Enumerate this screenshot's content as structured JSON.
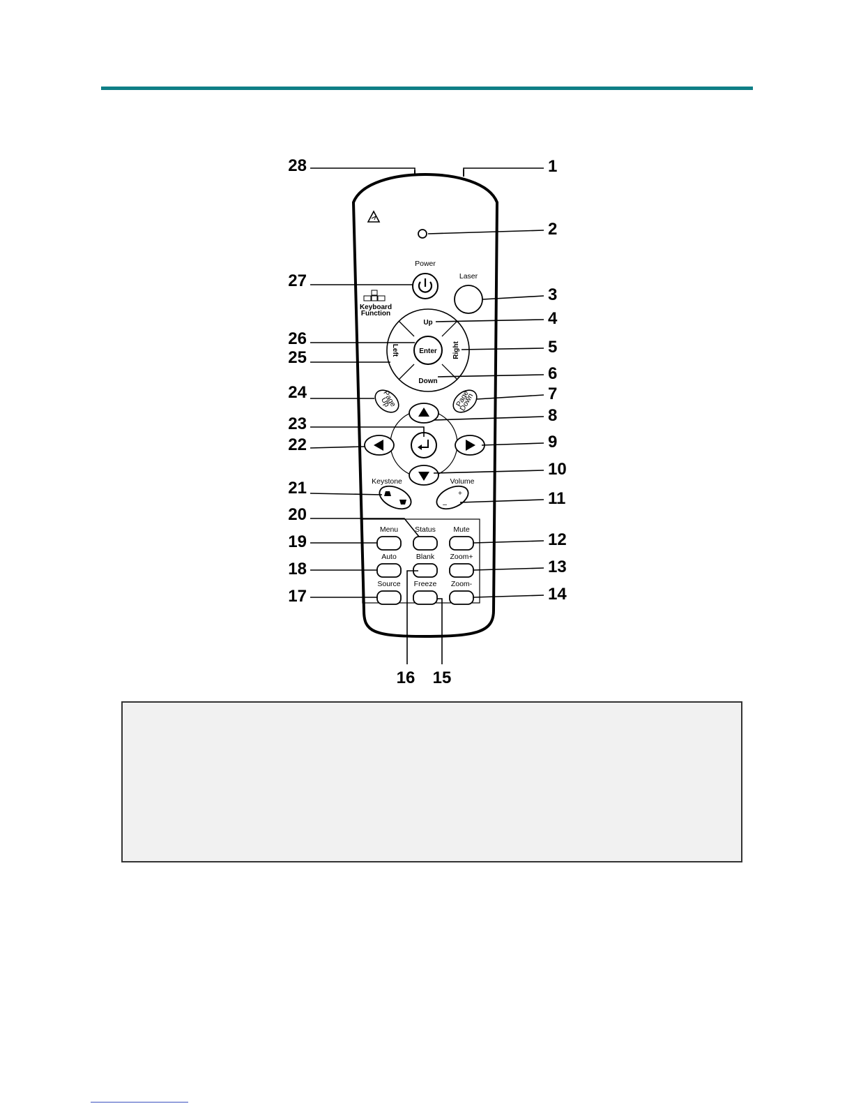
{
  "remote": {
    "labels": {
      "power": "Power",
      "laser": "Laser",
      "keyboard_function": [
        "Keyboard",
        "Function"
      ],
      "up": "Up",
      "down": "Down",
      "left": "Left",
      "right": "Right",
      "enter": "Enter",
      "page_up": [
        "Page",
        "Up"
      ],
      "page_down": [
        "Page",
        "Down"
      ],
      "keystone": "Keystone",
      "volume": "Volume",
      "volume_plus": "+",
      "volume_minus": "–",
      "menu": "Menu",
      "status": "Status",
      "mute": "Mute",
      "auto": "Auto",
      "blank": "Blank",
      "zoom_plus": "Zoom+",
      "source": "Source",
      "freeze": "Freeze",
      "zoom_minus": "Zoom-"
    },
    "callouts": [
      "1",
      "2",
      "3",
      "4",
      "5",
      "6",
      "7",
      "8",
      "9",
      "10",
      "11",
      "12",
      "13",
      "14",
      "15",
      "16",
      "17",
      "18",
      "19",
      "20",
      "21",
      "22",
      "23",
      "24",
      "25",
      "26",
      "27",
      "28"
    ]
  },
  "colors": {
    "rule": "#0f7f86",
    "note_background": "#f1f1f1",
    "footer_link": "#3a4fbf"
  }
}
